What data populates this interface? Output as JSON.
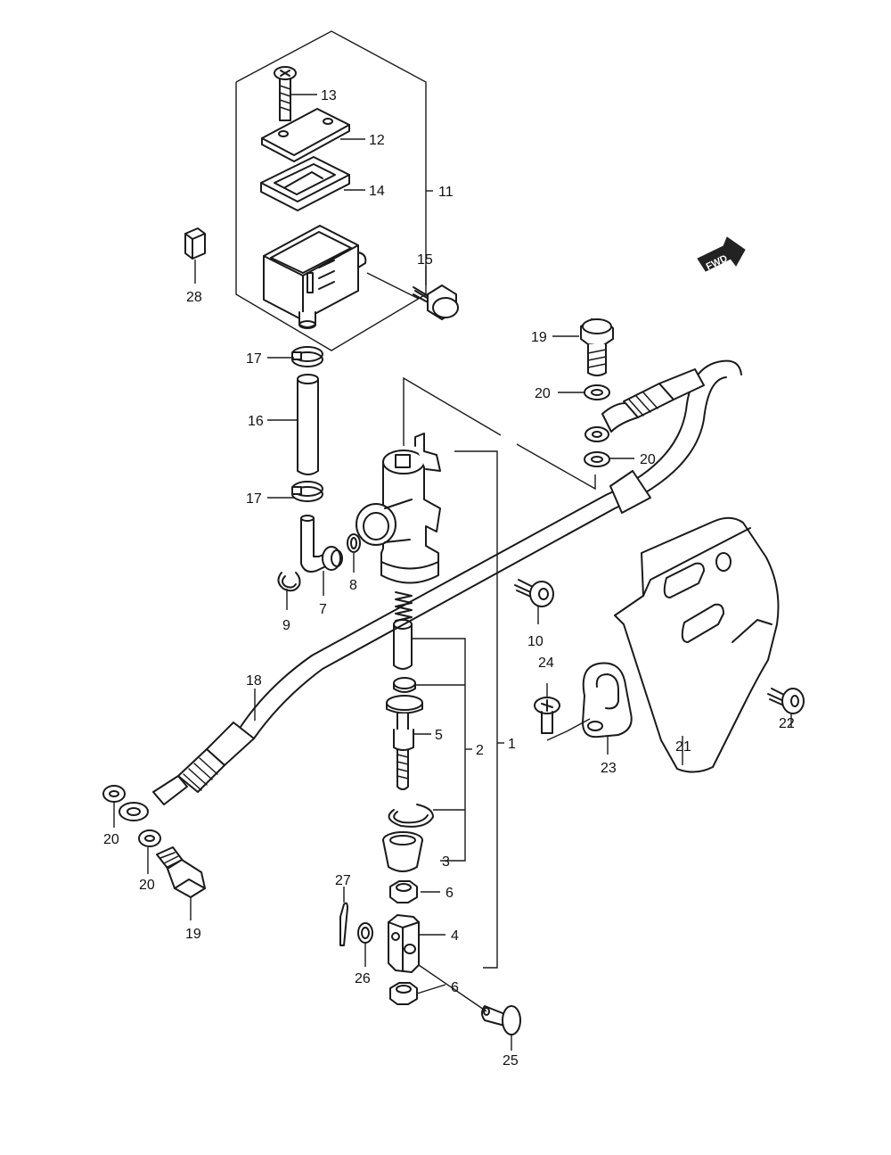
{
  "fwd_label": "FWD",
  "callouts": {
    "c1": "1",
    "c2": "2",
    "c3": "3",
    "c4": "4",
    "c5": "5",
    "c6a": "6",
    "c6b": "6",
    "c7": "7",
    "c8": "8",
    "c9": "9",
    "c10": "10",
    "c11": "11",
    "c12": "12",
    "c13": "13",
    "c14": "14",
    "c15": "15",
    "c16": "16",
    "c17a": "17",
    "c17b": "17",
    "c18": "18",
    "c19a": "19",
    "c19b": "19",
    "c20a": "20",
    "c20b": "20",
    "c20c": "20",
    "c20d": "20",
    "c21": "21",
    "c22": "22",
    "c23": "23",
    "c24": "24",
    "c25": "25",
    "c26": "26",
    "c27": "27",
    "c28": "28"
  }
}
